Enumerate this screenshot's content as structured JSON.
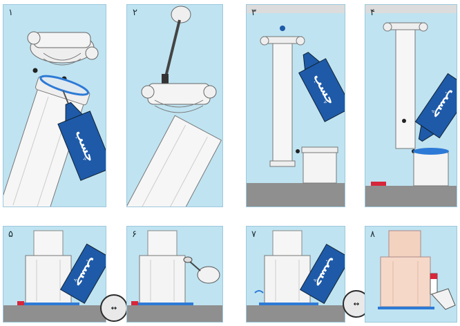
{
  "steps": [
    {
      "number": "۱",
      "glue_label": "چسب"
    },
    {
      "number": "۲"
    },
    {
      "number": "۳",
      "glue_label": "چسب"
    },
    {
      "number": "۴",
      "glue_label": "چسب"
    },
    {
      "number": "۵",
      "glue_label": "چسب"
    },
    {
      "number": "۶"
    },
    {
      "number": "۷",
      "glue_label": "چسب"
    },
    {
      "number": "۸"
    }
  ],
  "tools": [
    {
      "glyph": "↔"
    },
    {
      "glyph": "↔"
    }
  ],
  "colors": {
    "panel_bg": "#bfe3f1",
    "glue_tube": "#1e5aa8",
    "floor": "#8f8f8f",
    "column": "#f4f4f4",
    "marker_red": "#d8263a"
  }
}
